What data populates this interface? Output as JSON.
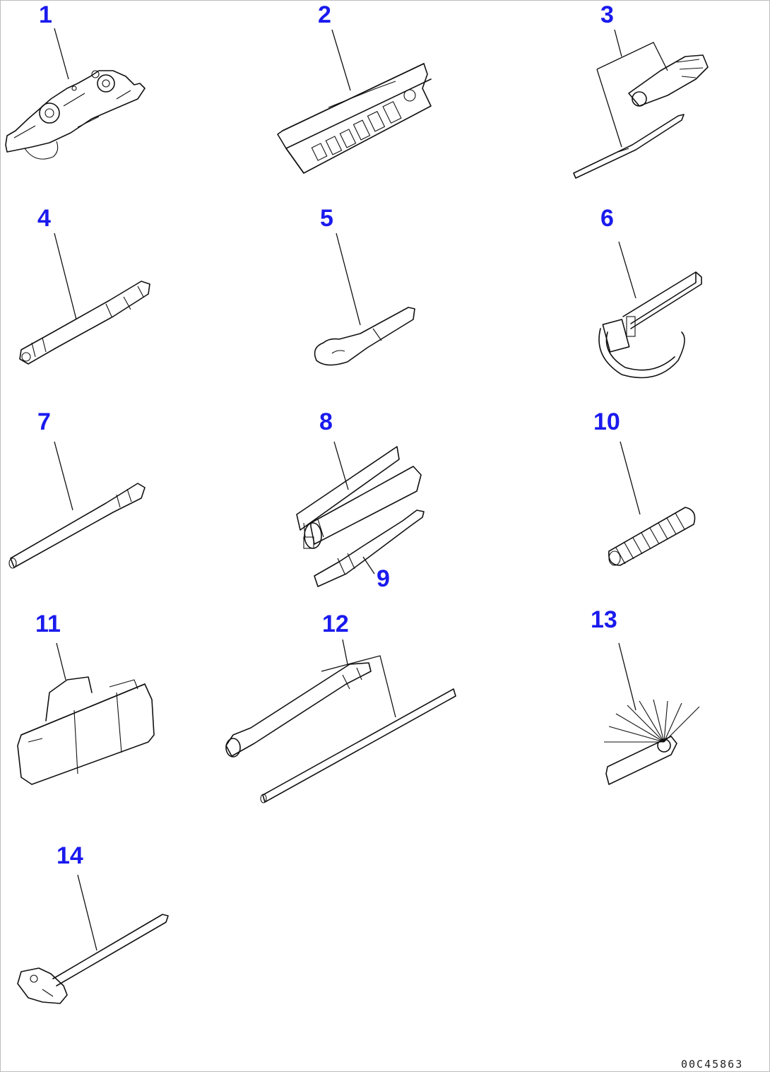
{
  "parts": [
    {
      "id": "1",
      "icon": "ratchet-wrench-icon"
    },
    {
      "id": "2",
      "icon": "socket-set-case-icon"
    },
    {
      "id": "3",
      "icon": "screwdriver-and-grip-icon"
    },
    {
      "id": "4",
      "icon": "torque-wrench-icon"
    },
    {
      "id": "5",
      "icon": "open-end-wrench-icon"
    },
    {
      "id": "6",
      "icon": "filter-strap-wrench-icon"
    },
    {
      "id": "7",
      "icon": "extension-bar-icon"
    },
    {
      "id": "8",
      "icon": "grease-gun-icon"
    },
    {
      "id": "9",
      "icon": "grease-nozzle-icon"
    },
    {
      "id": "10",
      "icon": "spring-icon"
    },
    {
      "id": "11",
      "icon": "tool-bag-icon"
    },
    {
      "id": "12",
      "icon": "box-wrench-and-bar-icon"
    },
    {
      "id": "13",
      "icon": "feeler-gauge-icon"
    },
    {
      "id": "14",
      "icon": "hammer-icon"
    }
  ],
  "drawing_code": "00C45863",
  "colors": {
    "label": "#1a1aee",
    "line": "#111111",
    "border": "#bdbdbd"
  }
}
